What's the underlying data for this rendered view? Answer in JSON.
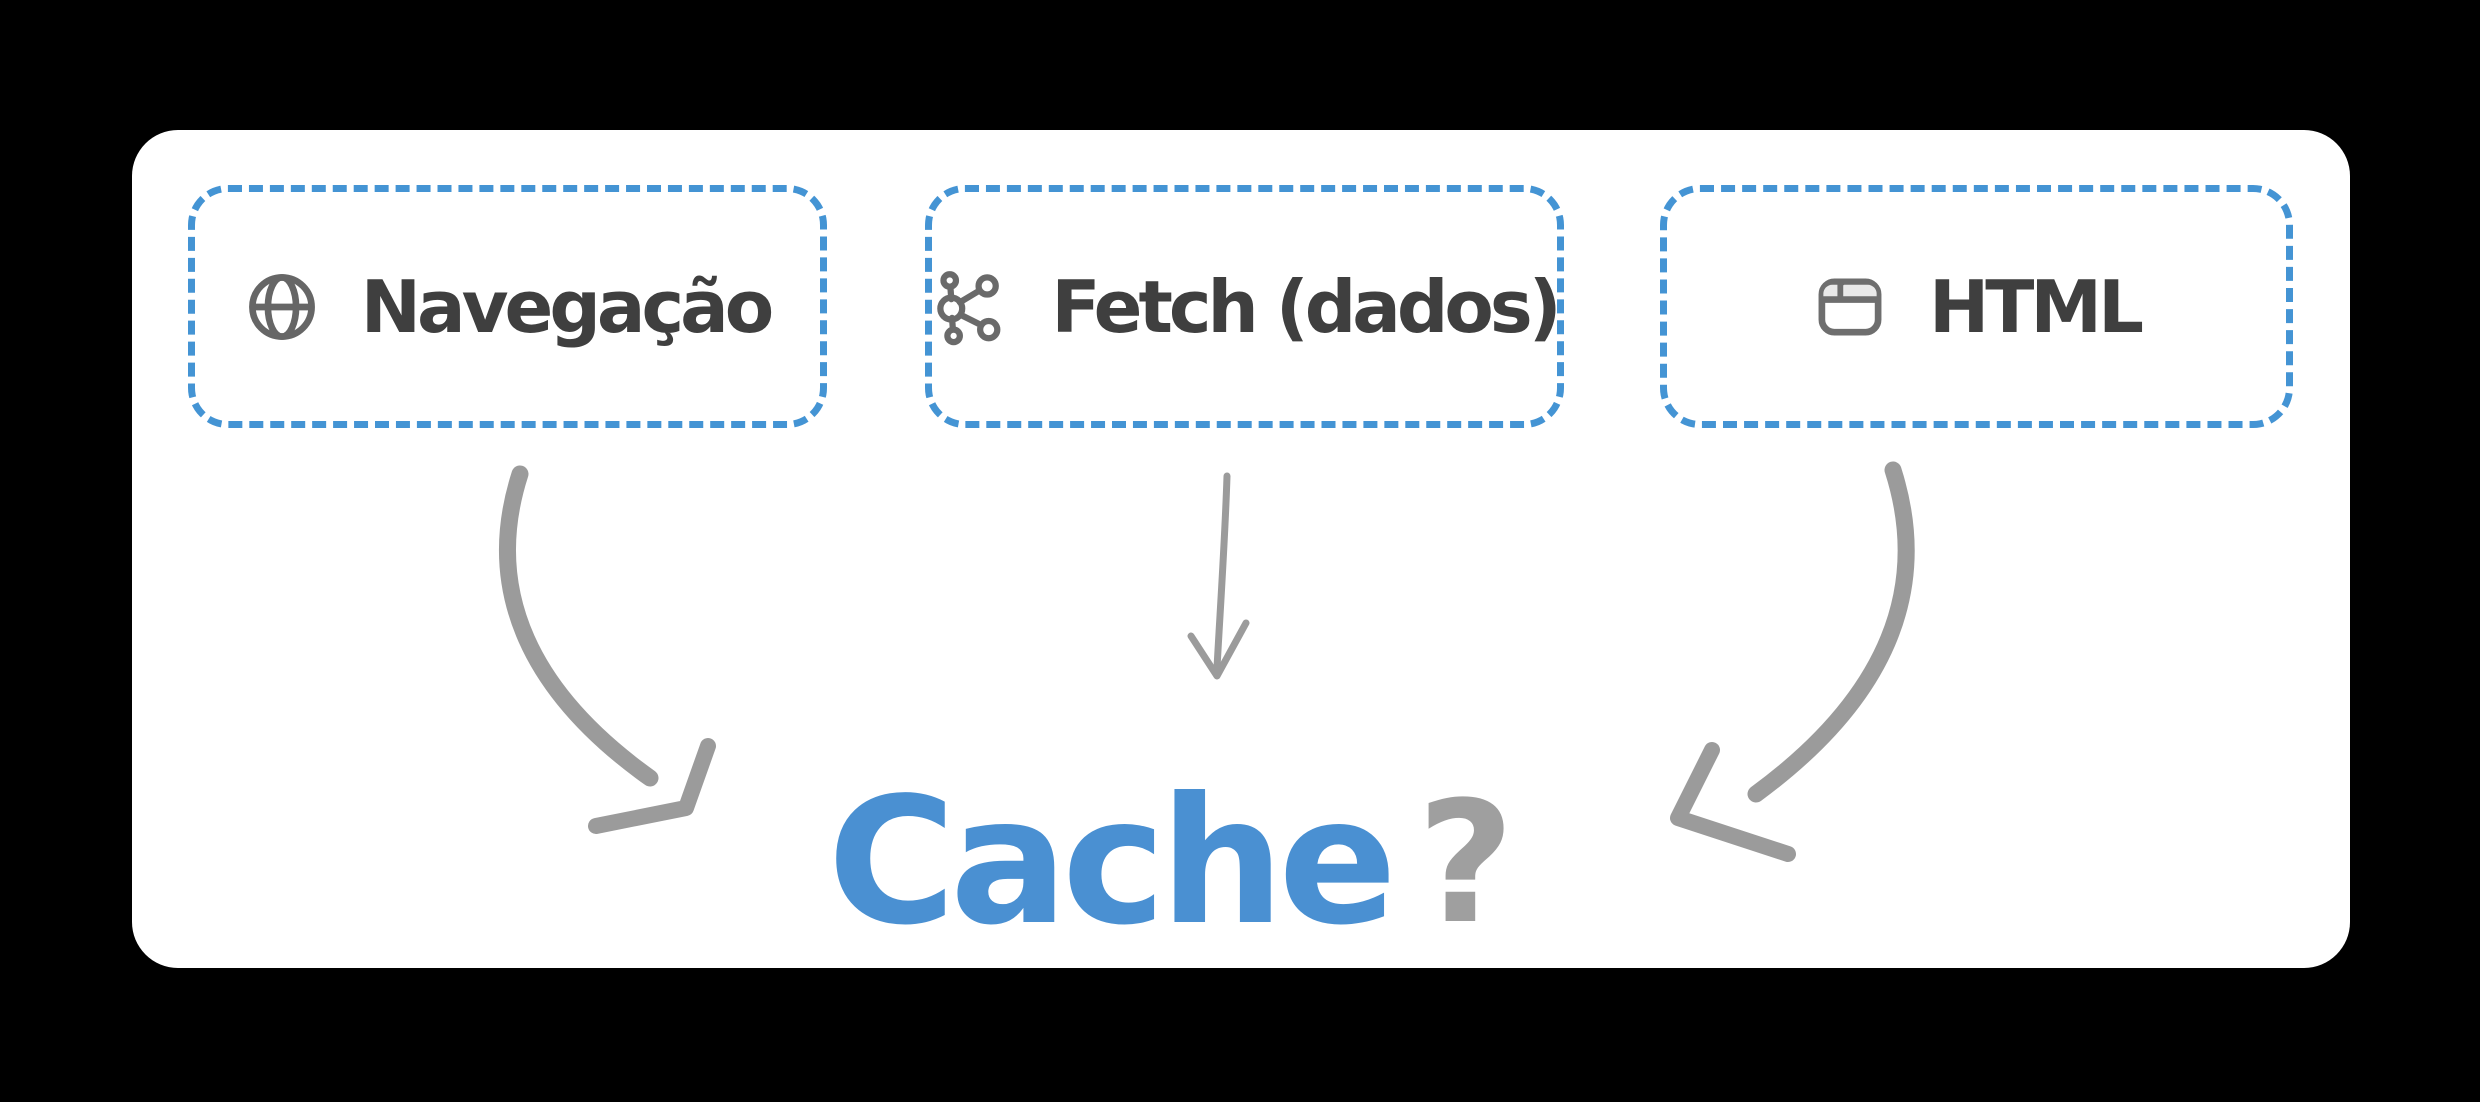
{
  "page": {
    "background": "#000000"
  },
  "card": {
    "background": "#ffffff",
    "shape": "rounded-rectangle"
  },
  "colors": {
    "box_border_blue": "#4494d4",
    "label_gray": "#3f3f3f",
    "icon_gray": "#666666",
    "icon_gray_light": "#6e6e6e",
    "icon_fill_light": "#e9e9e9",
    "arrow_gray": "#9b9b9b",
    "cache_blue": "#4a90d2",
    "question_gray": "#9f9f9f"
  },
  "boxes": [
    {
      "label": "Navegação",
      "icon": "globe-icon"
    },
    {
      "label": "Fetch (dados)",
      "icon": "network-nodes-icon"
    },
    {
      "label": "HTML",
      "icon": "browser-window-icon"
    }
  ],
  "arrows": [
    {
      "name": "navigation-to-cache",
      "style": "curved-thick"
    },
    {
      "name": "fetch-to-cache",
      "style": "straight-thin"
    },
    {
      "name": "html-to-cache",
      "style": "curved-thick"
    }
  ],
  "center": {
    "word": "Cache",
    "question": "?"
  }
}
